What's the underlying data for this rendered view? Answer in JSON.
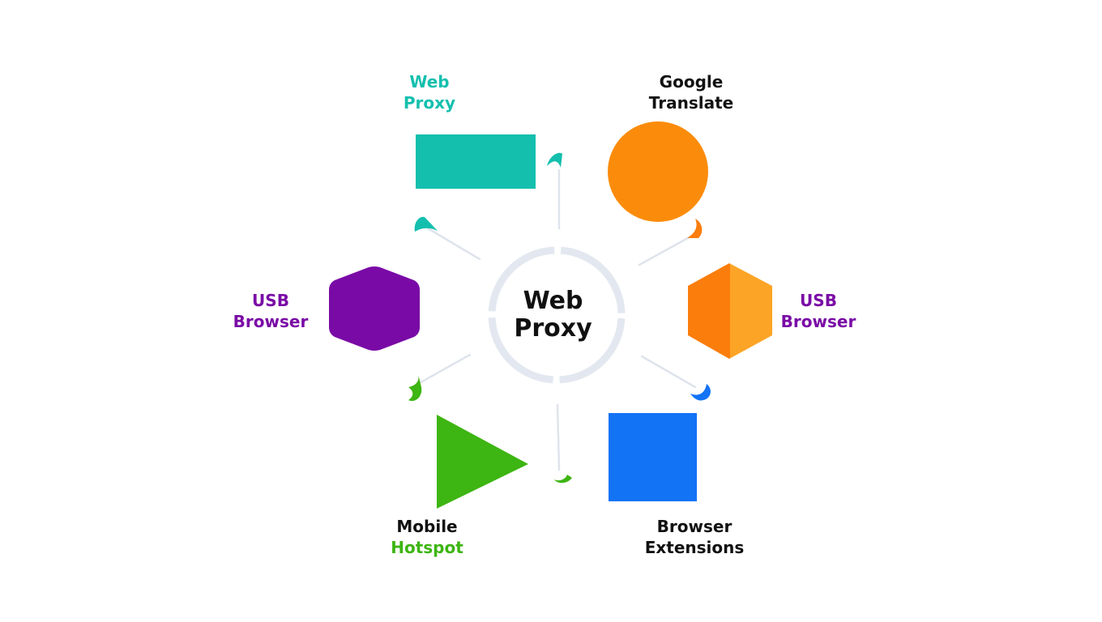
{
  "colors": {
    "teal": "#14bfae",
    "orange": "#fb8c0b",
    "purple": "#7a0aa6",
    "green": "#3db512",
    "blue": "#1273f5",
    "dark_text": "#111111",
    "ring": "#e3e8f0",
    "connector": "#dfe4ec"
  },
  "center": {
    "line1": "Web",
    "line2": "Proxy"
  },
  "nodes": {
    "web_proxy": {
      "line1": "Web",
      "line2": "Proxy",
      "shape": "rectangle"
    },
    "google_translate": {
      "line1": "Google",
      "line2": "Translate",
      "shape": "circle"
    },
    "usb_browser_left": {
      "line1": "USB",
      "line2": "Browser",
      "shape": "hexagon"
    },
    "usb_browser_right": {
      "line1": "USB",
      "line2": "Browser",
      "shape": "hexagon"
    },
    "mobile_hotspot": {
      "line1": "Mobile",
      "line2": "Hotspot",
      "shape": "triangle"
    },
    "browser_extensions": {
      "line1": "Browser",
      "line2": "Extensions",
      "shape": "square"
    }
  }
}
